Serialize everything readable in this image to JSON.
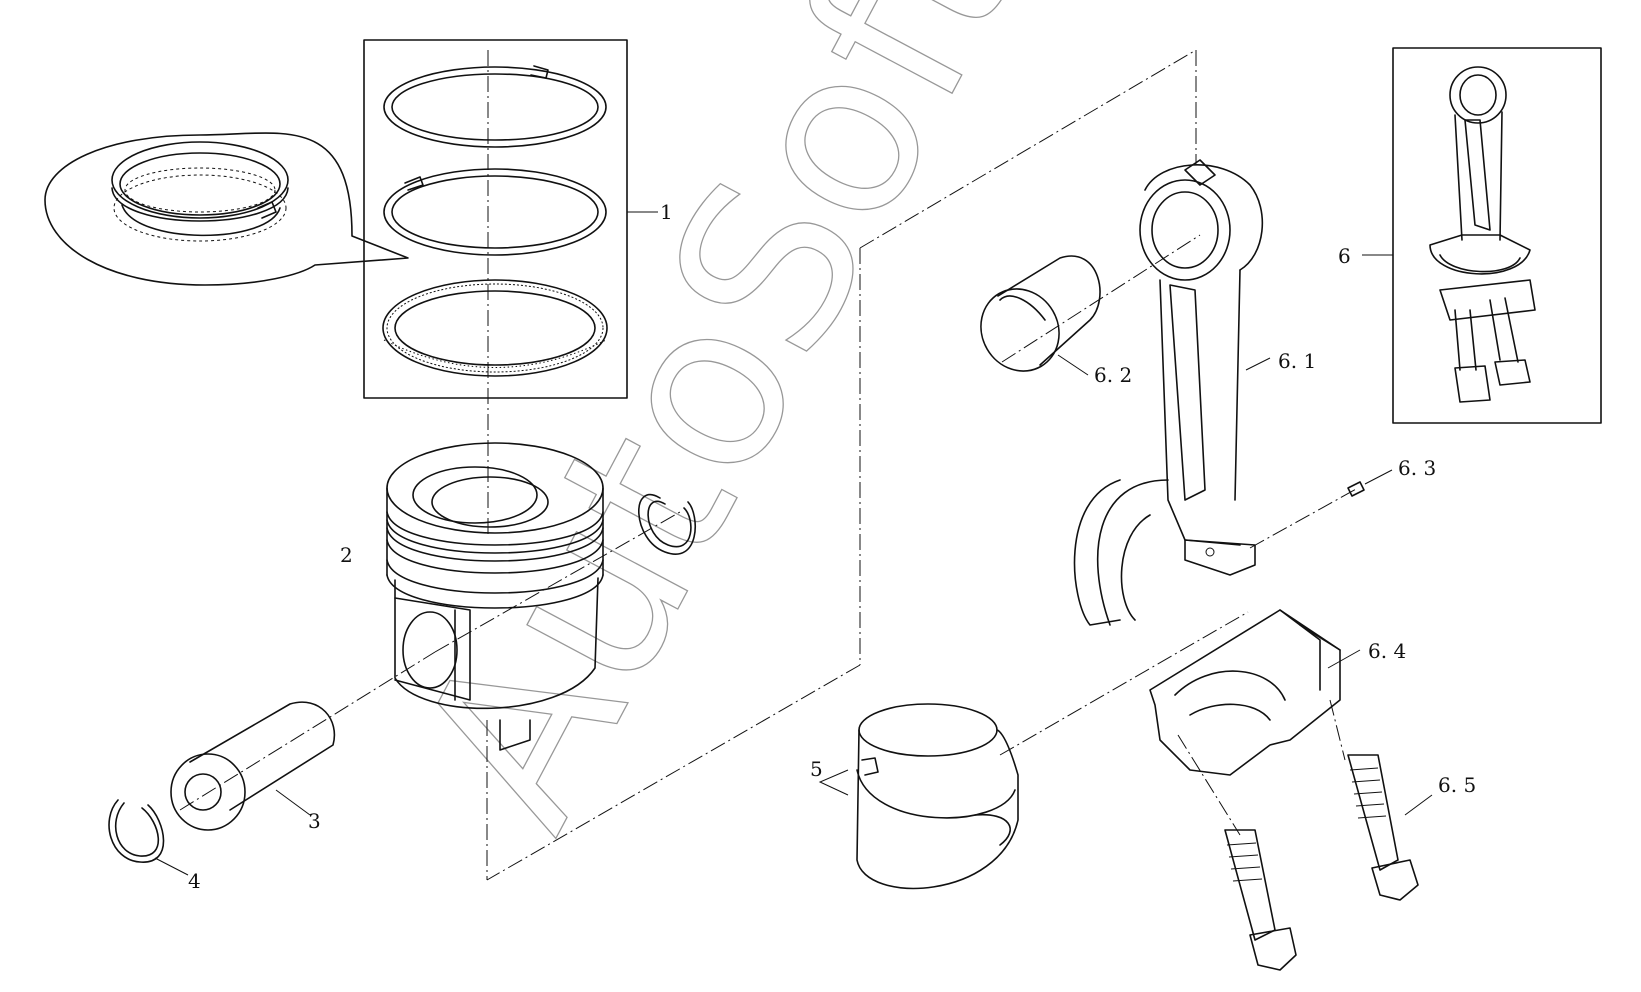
{
  "watermark": "AutoSoft",
  "callouts": {
    "c1": "1",
    "c2": "2",
    "c3": "3",
    "c4": "4",
    "c5": "5",
    "c6": "6",
    "c61": "6. 1",
    "c62": "6. 2",
    "c63": "6. 3",
    "c64": "6. 4",
    "c65": "6. 5"
  },
  "colors": {
    "line": "#111111",
    "background": "#ffffff"
  }
}
